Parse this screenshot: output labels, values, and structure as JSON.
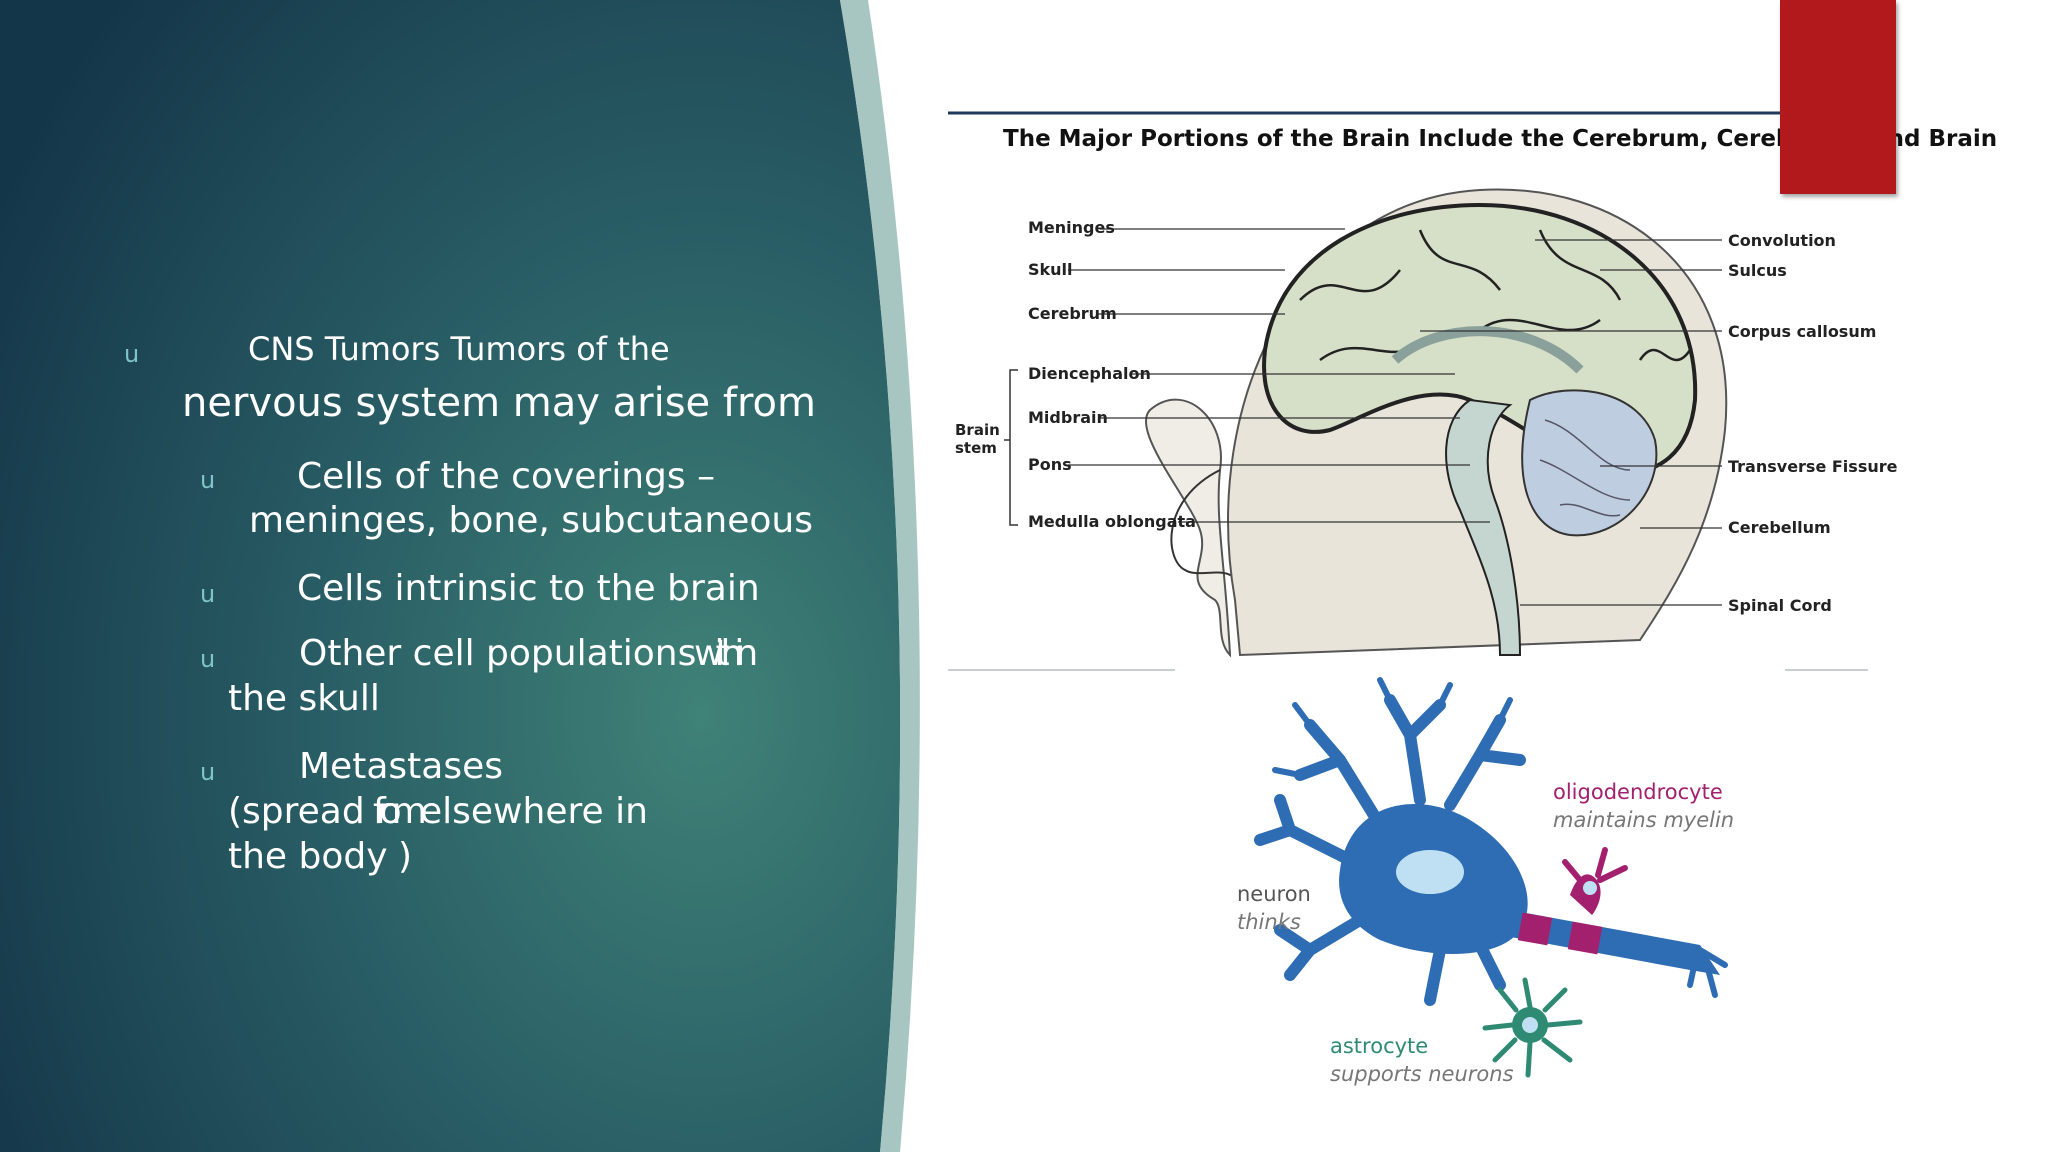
{
  "slide": {
    "bullets": [
      {
        "marker": "u",
        "line1": "CNS Tumors Tumors of the",
        "line2": "nervous system may arise from"
      },
      {
        "marker": "u",
        "line1": "Cells of the coverings –",
        "line2": "meninges, bone, subcutaneous"
      },
      {
        "marker": "u",
        "line1": "Cells intrinsic to the brain"
      },
      {
        "marker": "u",
        "line1": "Other cell populations",
        "line1b": "within",
        "line2": "the skull"
      },
      {
        "marker": "u",
        "line1": "Metastases",
        "line2a": "(spread",
        "line2b": "from",
        "line2c": "elsewhere in",
        "line3": "the body",
        "line3b": ")"
      }
    ]
  },
  "brain_figure": {
    "title": "The Major Portions of the Brain Include the Cerebrum, Cerebellum and Brain",
    "left_labels": [
      "Meninges",
      "Skull",
      "Cerebrum",
      "Diencephalon",
      "Midbrain",
      "Pons",
      "Medulla oblongata"
    ],
    "brain_stem_label_1": "Brain",
    "brain_stem_label_2": "stem",
    "right_labels": [
      "Convolution",
      "Sulcus",
      "Corpus callosum",
      "Transverse Fissure",
      "Cerebellum",
      "Spinal Cord"
    ]
  },
  "cells_figure": {
    "oligo_name": "oligodendrocyte",
    "oligo_role": "maintains myelin",
    "neuron_name": "neuron",
    "neuron_role": "thinks",
    "astro_name": "astrocyte",
    "astro_role": "supports neurons"
  },
  "colors": {
    "background_dark": "#163c4e",
    "background_mid": "#3d7c73",
    "bullet_marker": "#7fc4c6",
    "accent_red": "#b1191c",
    "neuron_blue": "#2e6db4",
    "oligo_magenta": "#a3206f",
    "astro_green": "#2f8a73"
  }
}
